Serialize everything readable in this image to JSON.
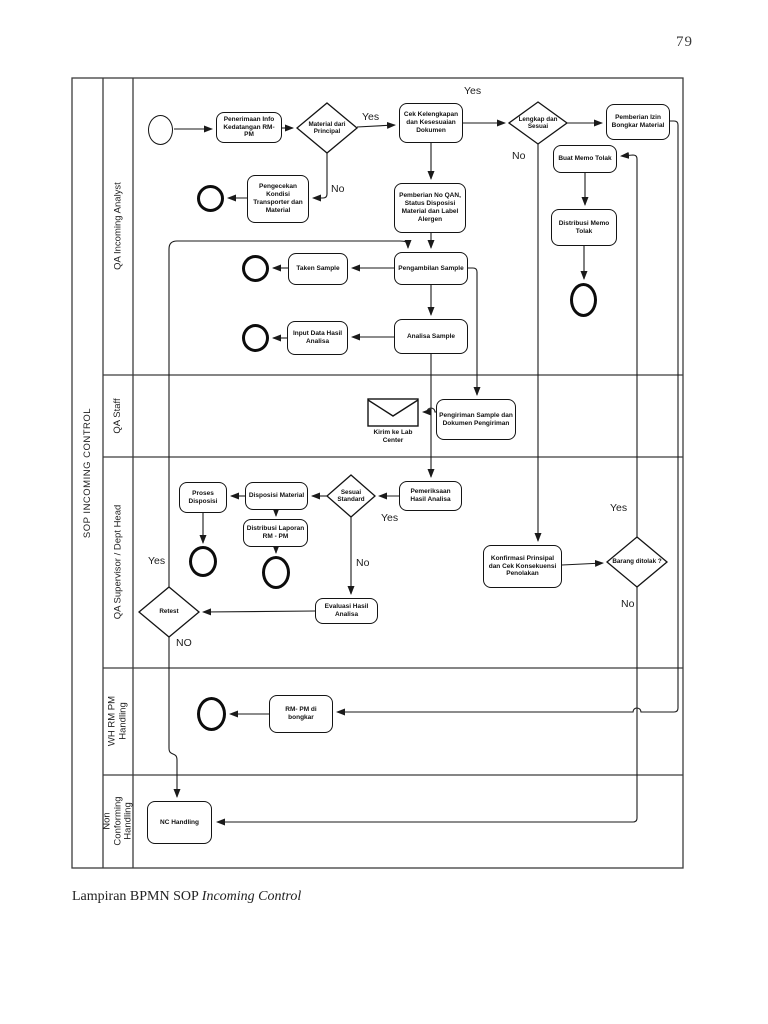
{
  "page": {
    "number": "79",
    "caption_prefix": "Lampiran BPMN SOP ",
    "caption_italic": "Incoming Control"
  },
  "pool": {
    "label": "SOP INCOMING CONTROL",
    "lanes": [
      "QA Incoming Analyst",
      "QA Staff",
      "QA Supervisor / Dept Head",
      "WH RM PM Handling",
      "Non Conforming Handling"
    ]
  },
  "nodes": {
    "penerimaan": "Penerimaan Info Kedatangan RM-PM",
    "material_dari_principal": "Material dari Principal",
    "cek_kelengkapan": "Cek Kelengkapan dan Kesesuaian Dokumen",
    "lengkap_dan_sesuai": "Lengkap dan Sesuai",
    "pemberian_izin": "Pemberian Izin Bongkar Material",
    "buat_memo_tolak": "Buat Memo Tolak",
    "distribusi_memo_tolak": "Distribusi Memo Tolak",
    "pengecekan_kondisi": "Pengecekan Kondisi Transporter dan Material",
    "pemberian_no_qan": "Pemberian No QAN, Status Disposisi Material dan Label Alergen",
    "pengambilan_sample": "Pengambilan Sample",
    "taken_sample": "Taken Sample",
    "analisa_sample": "Analisa Sample",
    "input_data_hasil": "Input Data Hasil Analisa",
    "pengiriman_sample": "Pengiriman Sample dan Dokumen Pengiriman",
    "kirim_ke_lab": "Kirim ke Lab Center",
    "pemeriksaan_hasil": "Pemeriksaan Hasil Analisa",
    "sesuai_standard": "Sesuai Standard",
    "disposisi_material": "Disposisi Material",
    "proses_disposisi": "Proses Disposisi",
    "distribusi_laporan": "Distribusi Laporan RM - PM",
    "evaluasi_hasil": "Evaluasi Hasil Analisa",
    "retest": "Retest",
    "konfirmasi_prinsipal": "Konfirmasi Prinsipal dan Cek Konsekuensi Penolakan",
    "barang_ditolak": "Barang ditolak ?",
    "rm_pm_dibongkar": "RM- PM di bongkar",
    "nc_handling": "NC Handling"
  },
  "flow_labels": {
    "material_yes": "Yes",
    "material_no": "No",
    "lengkap_yes": "Yes",
    "lengkap_no": "No",
    "sesuai_yes": "Yes",
    "sesuai_no": "No",
    "retest_yes": "Yes",
    "retest_no": "NO",
    "barang_yes": "Yes",
    "barang_no": "No"
  },
  "colors": {
    "line": "#1a1a1a",
    "frame": "#3c3c3c",
    "background": "#ffffff"
  }
}
